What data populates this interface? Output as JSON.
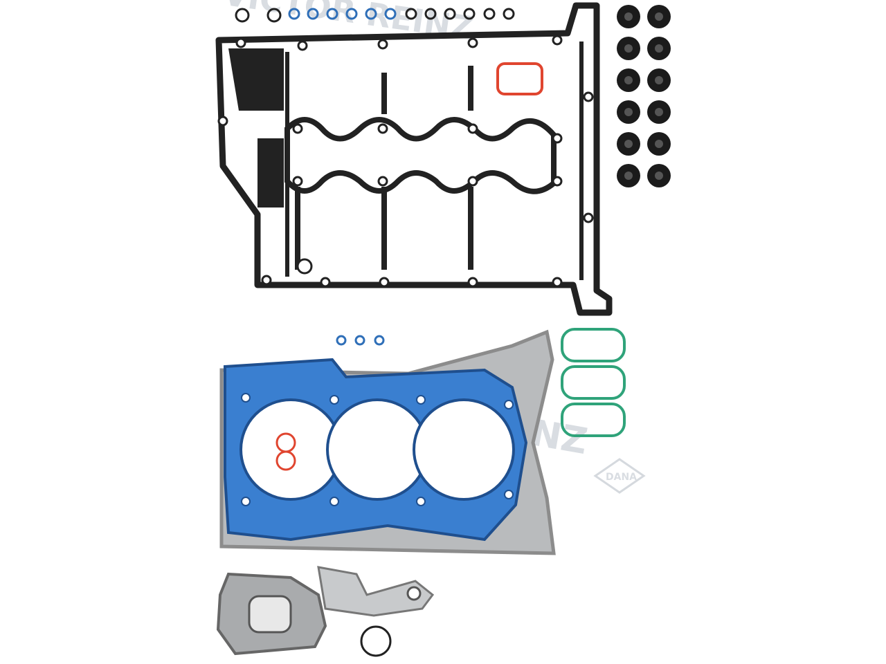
{
  "product_photo": {
    "description_name": "cylinder head gasket set",
    "watermark_text": "VICTOR REINZ",
    "watermark_logo_text": "DANA",
    "colors": {
      "background": "#ffffff",
      "black_gasket": "#222222",
      "blue_gasket": "#3a7fd0",
      "steel_gasket": "#8c8c8c",
      "red_seal": "#e0452f",
      "green_seal": "#2fa37a",
      "watermark": "#d9dde2"
    }
  }
}
